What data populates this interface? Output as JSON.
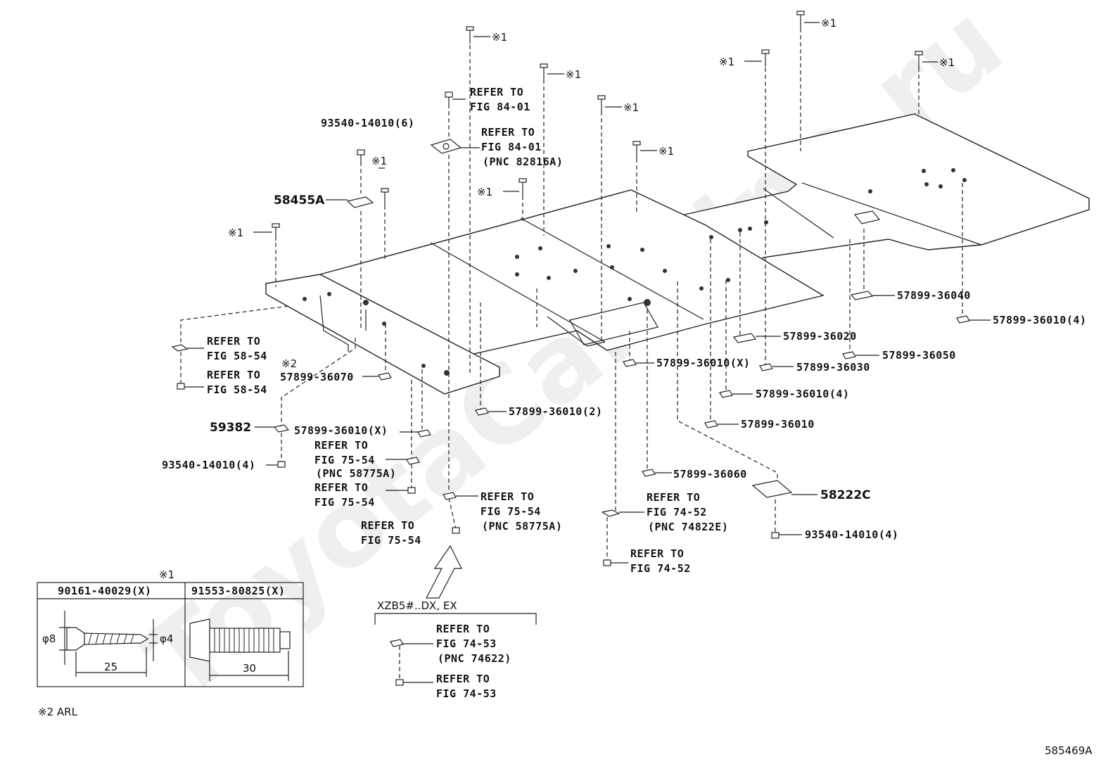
{
  "watermark": "ToyotaCarMine.ru",
  "bolt_mark": "※1",
  "labels": {
    "refer_to": "REFER TO",
    "fig_84_01": "FIG 84-01",
    "pnc_82816a": "(PNC 82816A)",
    "p93540_6": "93540-14010(6)",
    "p58455a": "58455A",
    "fig_58_54": "FIG 58-54",
    "mark2": "※2",
    "p57899_36070": "57899-36070",
    "p59382": "59382",
    "p57899_36010x": "57899-36010(X)",
    "fig_75_54": "FIG 75-54",
    "pnc_58775a": "(PNC 58775A)",
    "p93540_4": "93540-14010(4)",
    "p57899_36010_2": "57899-36010(2)",
    "fig_74_52": "FIG 74-52",
    "pnc_74822e": "(PNC 74822E)",
    "p57899_36060": "57899-36060",
    "p58222c": "58222C",
    "p57899_36010": "57899-36010",
    "p57899_36010_4": "57899-36010(4)",
    "p57899_36030": "57899-36030",
    "p57899_36020": "57899-36020",
    "p57899_36050": "57899-36050",
    "p57899_36040": "57899-36040",
    "variant": "XZB5#..DX, EX",
    "fig_74_53": "FIG 74-53",
    "pnc_74622": "(PNC 74622)",
    "note2": "※2 ARL",
    "fig_id": "585469A"
  },
  "table": {
    "mark": "※1",
    "col1": "90161-40029(X)",
    "col2": "91553-80825(X)",
    "phi8": "φ8",
    "phi4": "φ4",
    "len1": "25",
    "len2": "30"
  }
}
